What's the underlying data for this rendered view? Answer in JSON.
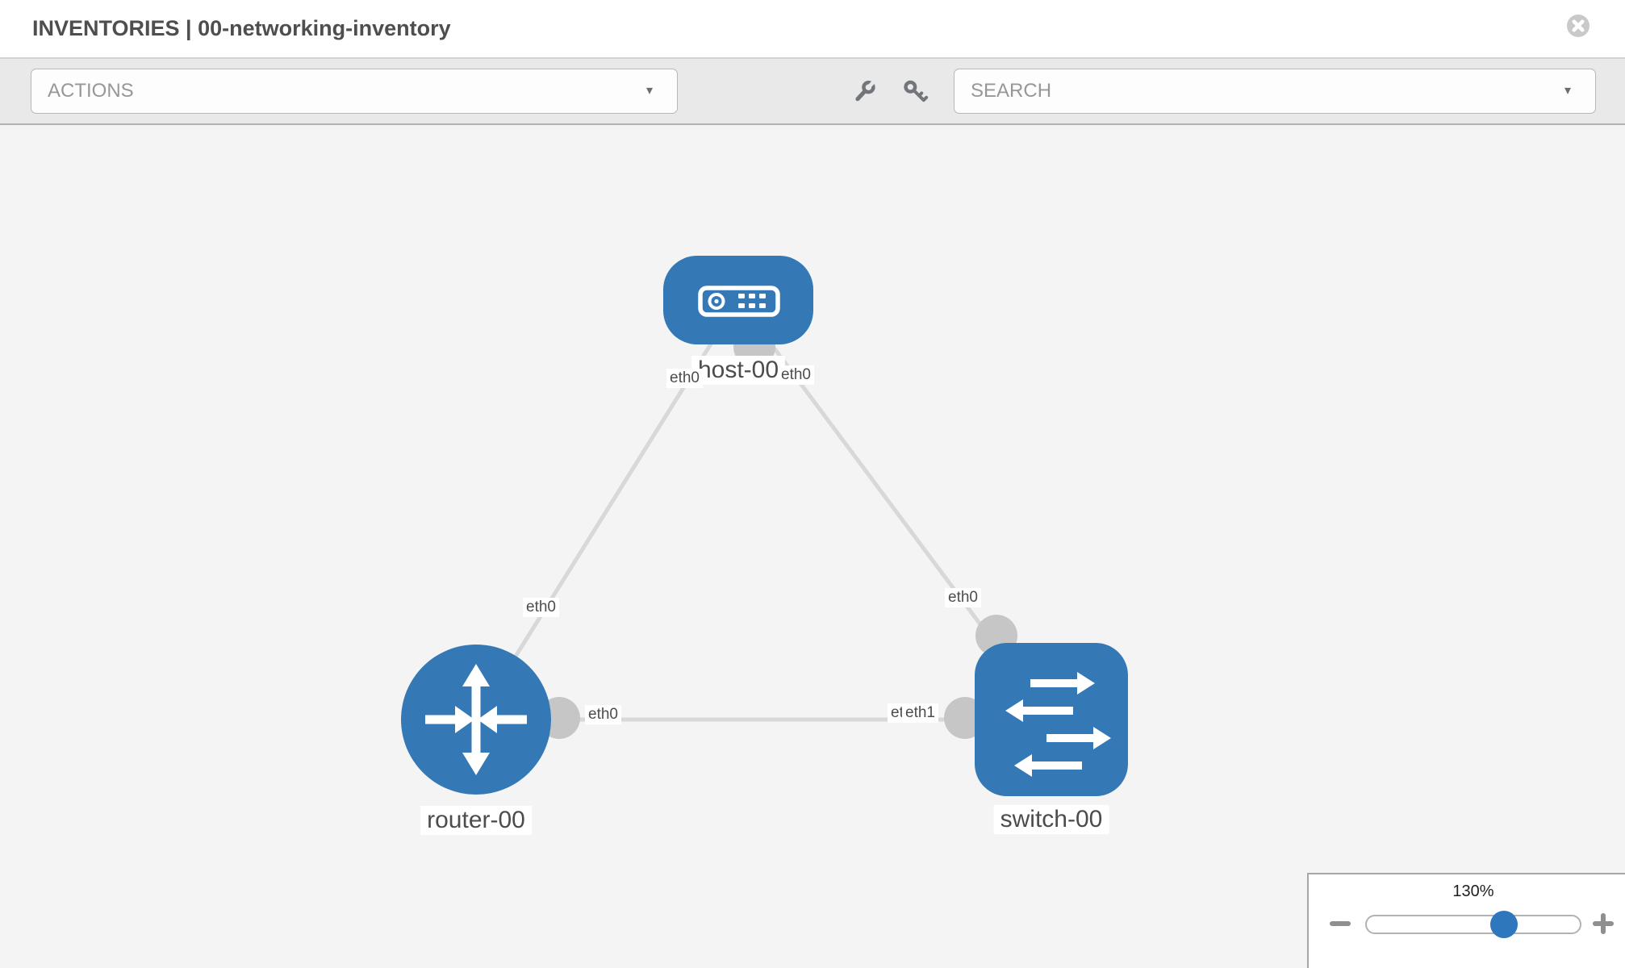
{
  "header": {
    "title": "INVENTORIES | 00-networking-inventory"
  },
  "toolbar": {
    "actions_label": "ACTIONS",
    "search_label": "SEARCH",
    "icons": [
      "wrench-icon",
      "key-icon"
    ]
  },
  "icons": {
    "dropdown_caret": "▾"
  },
  "topology": {
    "nodes": [
      {
        "id": "host-00",
        "label": "host-00",
        "type": "host",
        "shape": "rounded-rect"
      },
      {
        "id": "router-00",
        "label": "router-00",
        "type": "router",
        "shape": "circle"
      },
      {
        "id": "switch-00",
        "label": "switch-00",
        "type": "switch",
        "shape": "rounded-square"
      }
    ],
    "links": [
      {
        "from": "host-00",
        "from_interface": "eth0",
        "to": "router-00",
        "to_interface": "eth0"
      },
      {
        "from": "host-00",
        "from_interface": "eth0",
        "to": "switch-00",
        "to_interface": "eth0"
      },
      {
        "from": "router-00",
        "from_interface": "eth0",
        "to": "switch-00",
        "to_interface": "eth1",
        "to_interface_duplicate": "eth1"
      }
    ]
  },
  "zoom_control": {
    "value": "130%"
  },
  "colors": {
    "node_blue": "#3478b6",
    "link_gray": "#d8d8d8",
    "endpoint_gray": "#c6c6c6",
    "slider_handle_blue": "#2e77bd",
    "toolbar_icon_gray": "#72767b"
  }
}
